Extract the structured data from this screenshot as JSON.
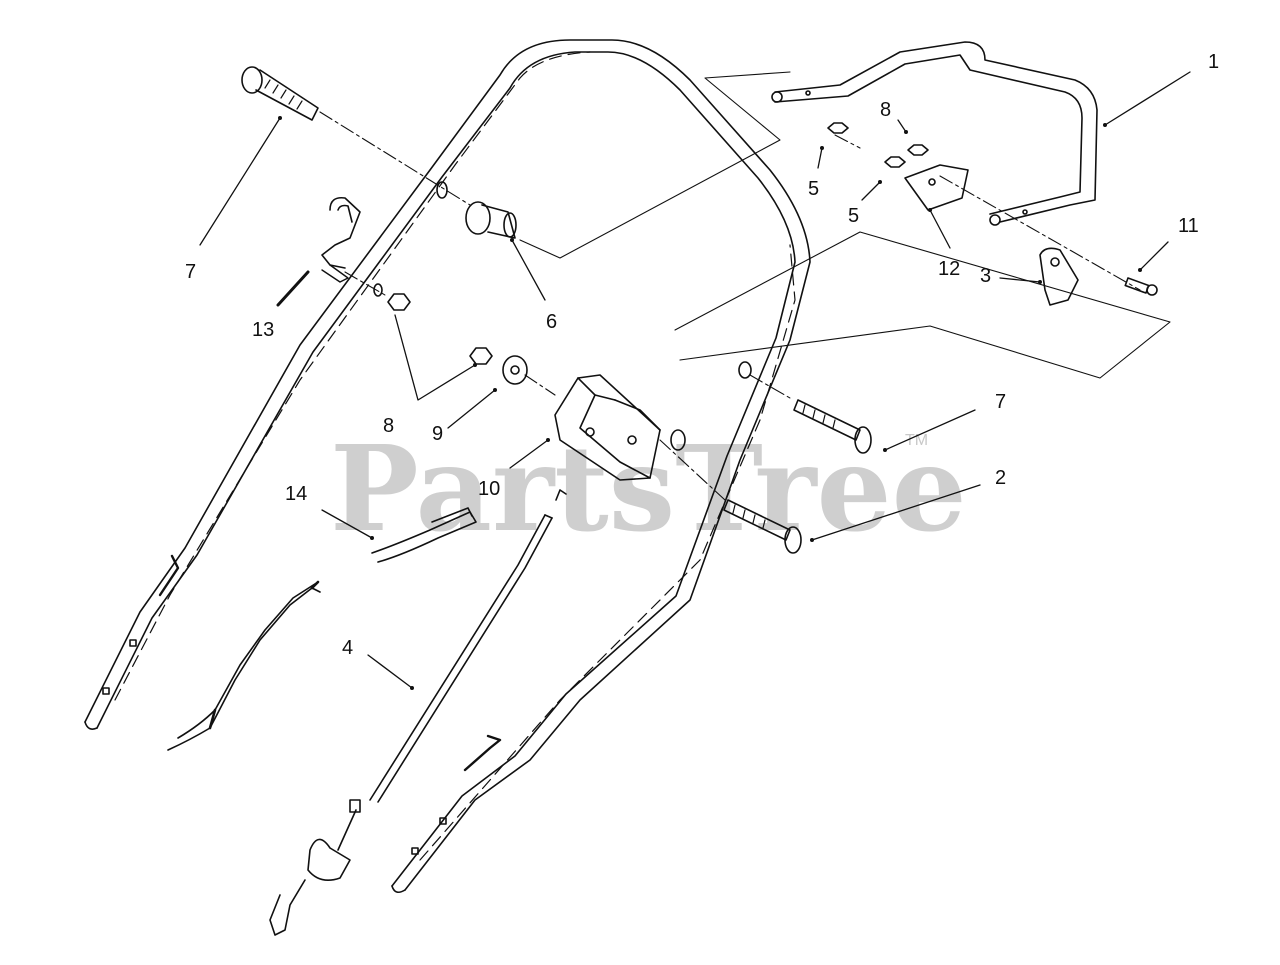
{
  "watermark": {
    "text": "PartsTree",
    "mark": "TM"
  },
  "colors": {
    "line": "#111111",
    "paper": "#ffffff",
    "watermark": "#cfcfcf"
  },
  "callouts": [
    {
      "id": "c1",
      "label": "1"
    },
    {
      "id": "c2",
      "label": "2"
    },
    {
      "id": "c3",
      "label": "3"
    },
    {
      "id": "c4",
      "label": "4"
    },
    {
      "id": "c5a",
      "label": "5"
    },
    {
      "id": "c5b",
      "label": "5"
    },
    {
      "id": "c6",
      "label": "6"
    },
    {
      "id": "c7a",
      "label": "7"
    },
    {
      "id": "c7b",
      "label": "7"
    },
    {
      "id": "c8a",
      "label": "8"
    },
    {
      "id": "c8b",
      "label": "8"
    },
    {
      "id": "c9",
      "label": "9"
    },
    {
      "id": "c10",
      "label": "10"
    },
    {
      "id": "c11",
      "label": "11"
    },
    {
      "id": "c12",
      "label": "12"
    },
    {
      "id": "c13",
      "label": "13"
    },
    {
      "id": "c14",
      "label": "14"
    }
  ]
}
